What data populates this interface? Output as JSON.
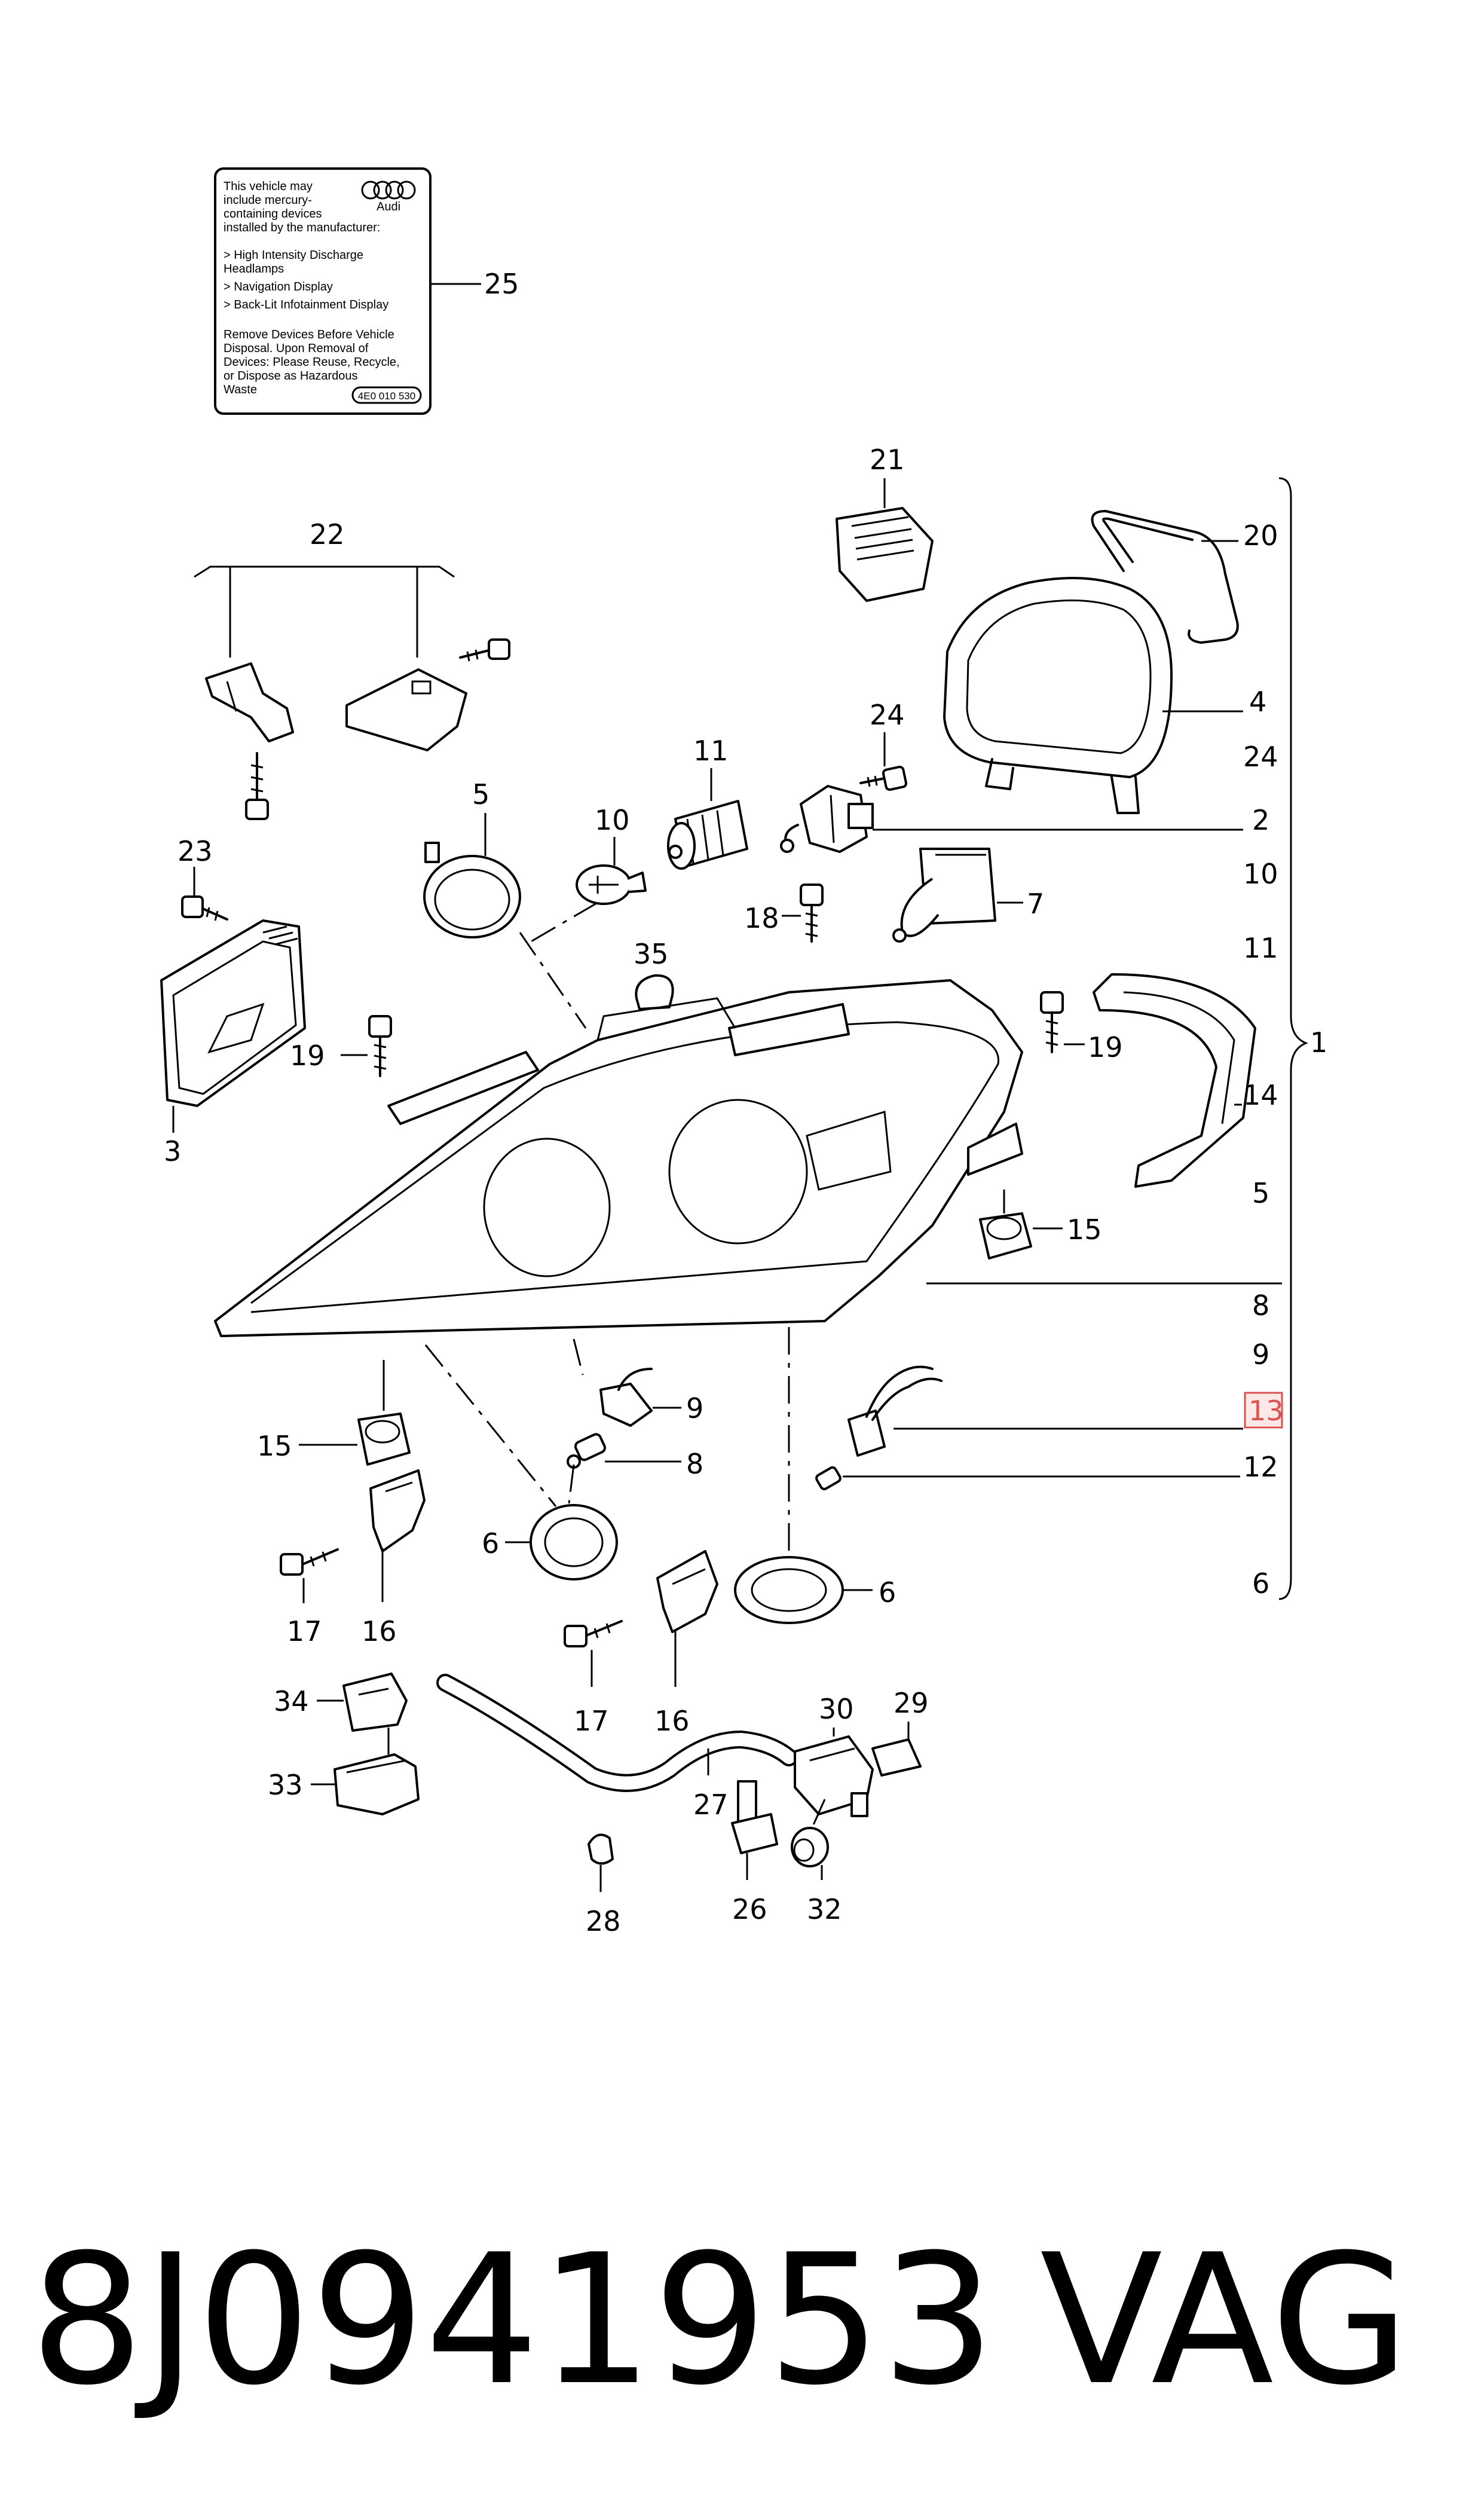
{
  "label_25": {
    "lines": [
      "This vehicle may",
      "include mercury-",
      "containing devices",
      "installed by the manufacturer:",
      "",
      "> High Intensity Discharge",
      "   Headlamps",
      "> Navigation Display",
      "> Back-Lit Infotainment Display",
      "",
      "Remove Devices Before Vehicle",
      "Disposal. Upon Removal of",
      "Devices: Please Reuse, Recycle,",
      "or Dispose as Hazardous",
      "Waste"
    ],
    "brand": "Audi",
    "code": "4E0 010 530"
  },
  "callouts": {
    "c1": "1",
    "c2": "2",
    "c3": "3",
    "c4": "4",
    "c5": "5",
    "c6a": "6",
    "c6b": "6",
    "c7": "7",
    "c8": "8",
    "c9": "9",
    "c10": "10",
    "c11": "11",
    "c12": "12",
    "c14": "14",
    "c15a": "15",
    "c15b": "15",
    "c16a": "16",
    "c16b": "16",
    "c17a": "17",
    "c17b": "17",
    "c18": "18",
    "c19a": "19",
    "c19b": "19",
    "c20": "20",
    "c21": "21",
    "c22": "22",
    "c23": "23",
    "c24": "24",
    "c25": "25",
    "c26": "26",
    "c27": "27",
    "c28": "28",
    "c29": "29",
    "c30": "30",
    "c32": "32",
    "c33": "33",
    "c34": "34",
    "c35": "35"
  },
  "highlighted_callout": "13",
  "highlight_color": "#d9534f",
  "bracket_list": [
    "20",
    "4",
    "24",
    "2",
    "10",
    "11",
    "1",
    "14",
    "5",
    "8",
    "9",
    "13",
    "12",
    "6"
  ],
  "footer": {
    "part_number": "8J0941953",
    "brand": "VAG"
  }
}
